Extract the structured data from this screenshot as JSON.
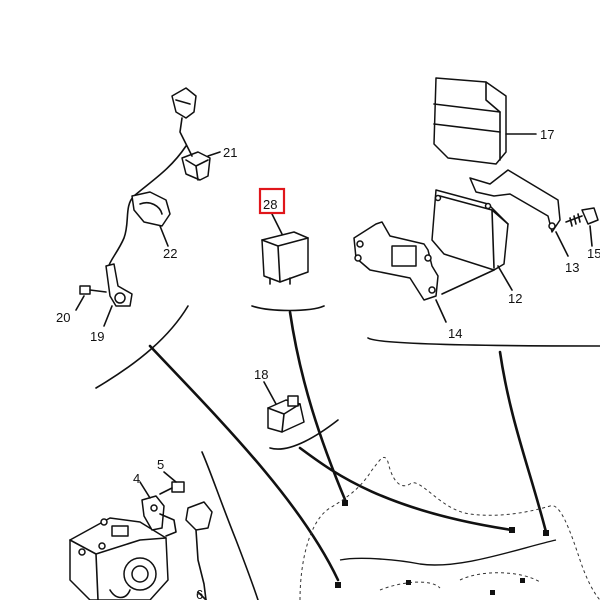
{
  "diagram": {
    "callouts": [
      {
        "id": "c17",
        "text": "17"
      },
      {
        "id": "c21",
        "text": "21"
      },
      {
        "id": "c28",
        "text": "28",
        "highlighted": true
      },
      {
        "id": "c22",
        "text": "22"
      },
      {
        "id": "c15",
        "text": "15"
      },
      {
        "id": "c13",
        "text": "13"
      },
      {
        "id": "c12",
        "text": "12"
      },
      {
        "id": "c20",
        "text": "20"
      },
      {
        "id": "c19",
        "text": "19"
      },
      {
        "id": "c14",
        "text": "14"
      },
      {
        "id": "c18",
        "text": "18"
      },
      {
        "id": "c5",
        "text": "5"
      },
      {
        "id": "c4",
        "text": "4"
      },
      {
        "id": "c6",
        "text": "6"
      }
    ],
    "highlight_color": "#e0161b",
    "line_color": "#111111"
  }
}
